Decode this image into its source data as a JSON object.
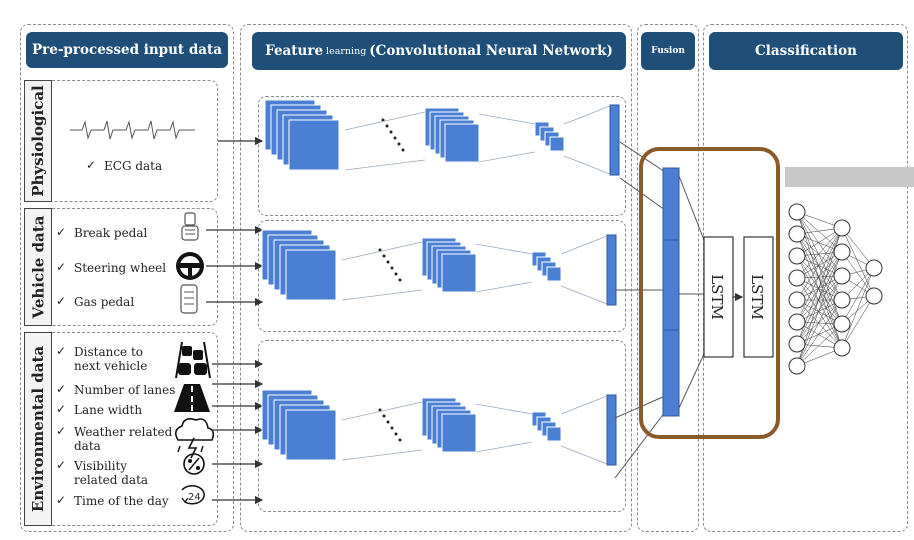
{
  "headers": {
    "input": "Pre-processed input data",
    "feature_main": "Feature",
    "feature_small": "learning",
    "feature_rest": "(Convolutional Neural Network)",
    "fusion": "Fusion",
    "classification": "Classification"
  },
  "categories": {
    "physiological": "Physiological",
    "vehicle": "Vehicle data",
    "environmental": "Environmental data"
  },
  "physiological_items": [
    "ECG data"
  ],
  "vehicle_items": [
    "Break pedal",
    "Steering wheel",
    "Gas pedal"
  ],
  "environmental_items": [
    "Distance to next vehicle",
    "Number of lanes",
    "Lane width",
    "Weather related data",
    "Visibility related data",
    "Time of the day"
  ],
  "lstm": [
    "LSTM",
    "LSTM"
  ],
  "icons": [
    "ecg-waveform-icon",
    "brake-pedal-icon",
    "steering-wheel-icon",
    "gas-pedal-icon",
    "traffic-cars-icon",
    "road-lanes-icon",
    "weather-storm-icon",
    "visibility-icon",
    "clock-24-icon"
  ],
  "colors": {
    "header": "#1f4e79",
    "cnn_block": "#4a7fd4",
    "fusion_outline": "#8b5a2b"
  },
  "clock_text": "24"
}
